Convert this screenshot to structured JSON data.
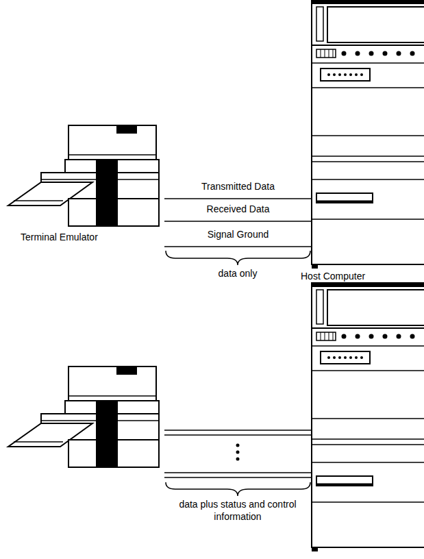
{
  "diagram": {
    "nodes": [
      {
        "text": [
          "Terminal Emulator"
        ]
      },
      {
        "text": [
          "Host Computer"
        ]
      }
    ],
    "edges": [
      {
        "from": 0,
        "to": 1,
        "arrow": "none",
        "label": "Transmitted Data"
      },
      {
        "from": 0,
        "to": 1,
        "arrow": "none",
        "label": "Received Data"
      },
      {
        "from": 0,
        "to": 1,
        "arrow": "none",
        "label": "Signal Ground"
      }
    ],
    "labels": [
      "data only",
      "data plus status and control information"
    ]
  }
}
